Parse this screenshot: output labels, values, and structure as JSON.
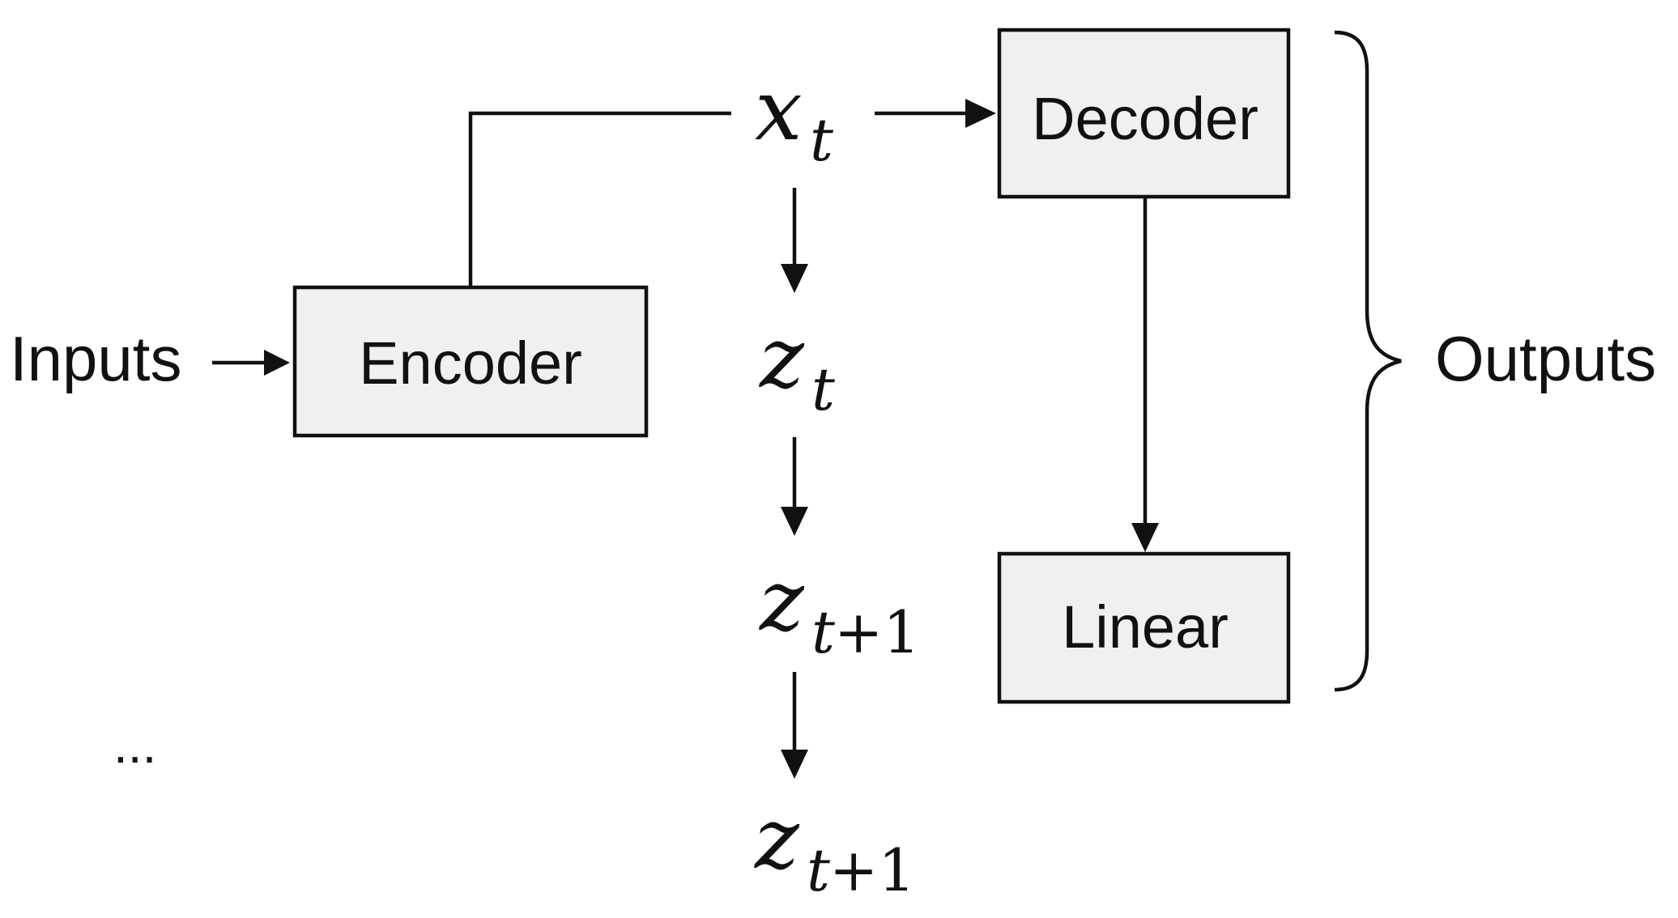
{
  "colors": {
    "box_fill": "#f0f0f0",
    "stroke": "#111111",
    "background": "#ffffff"
  },
  "labels": {
    "inputs": "Inputs",
    "outputs": "Outputs",
    "ellipsis": "..."
  },
  "blocks": {
    "encoder": "Encoder",
    "decoder": "Decoder",
    "linear": "Linear"
  },
  "variables": {
    "x_t": {
      "base": "x",
      "sub": "t"
    },
    "z_t": {
      "base": "z",
      "sub": "t"
    },
    "z_t1_a": {
      "base": "z",
      "sub_var": "t",
      "sub_rest": "+1"
    },
    "z_t1_b": {
      "base": "z",
      "sub_var": "t",
      "sub_rest": "+1"
    }
  }
}
